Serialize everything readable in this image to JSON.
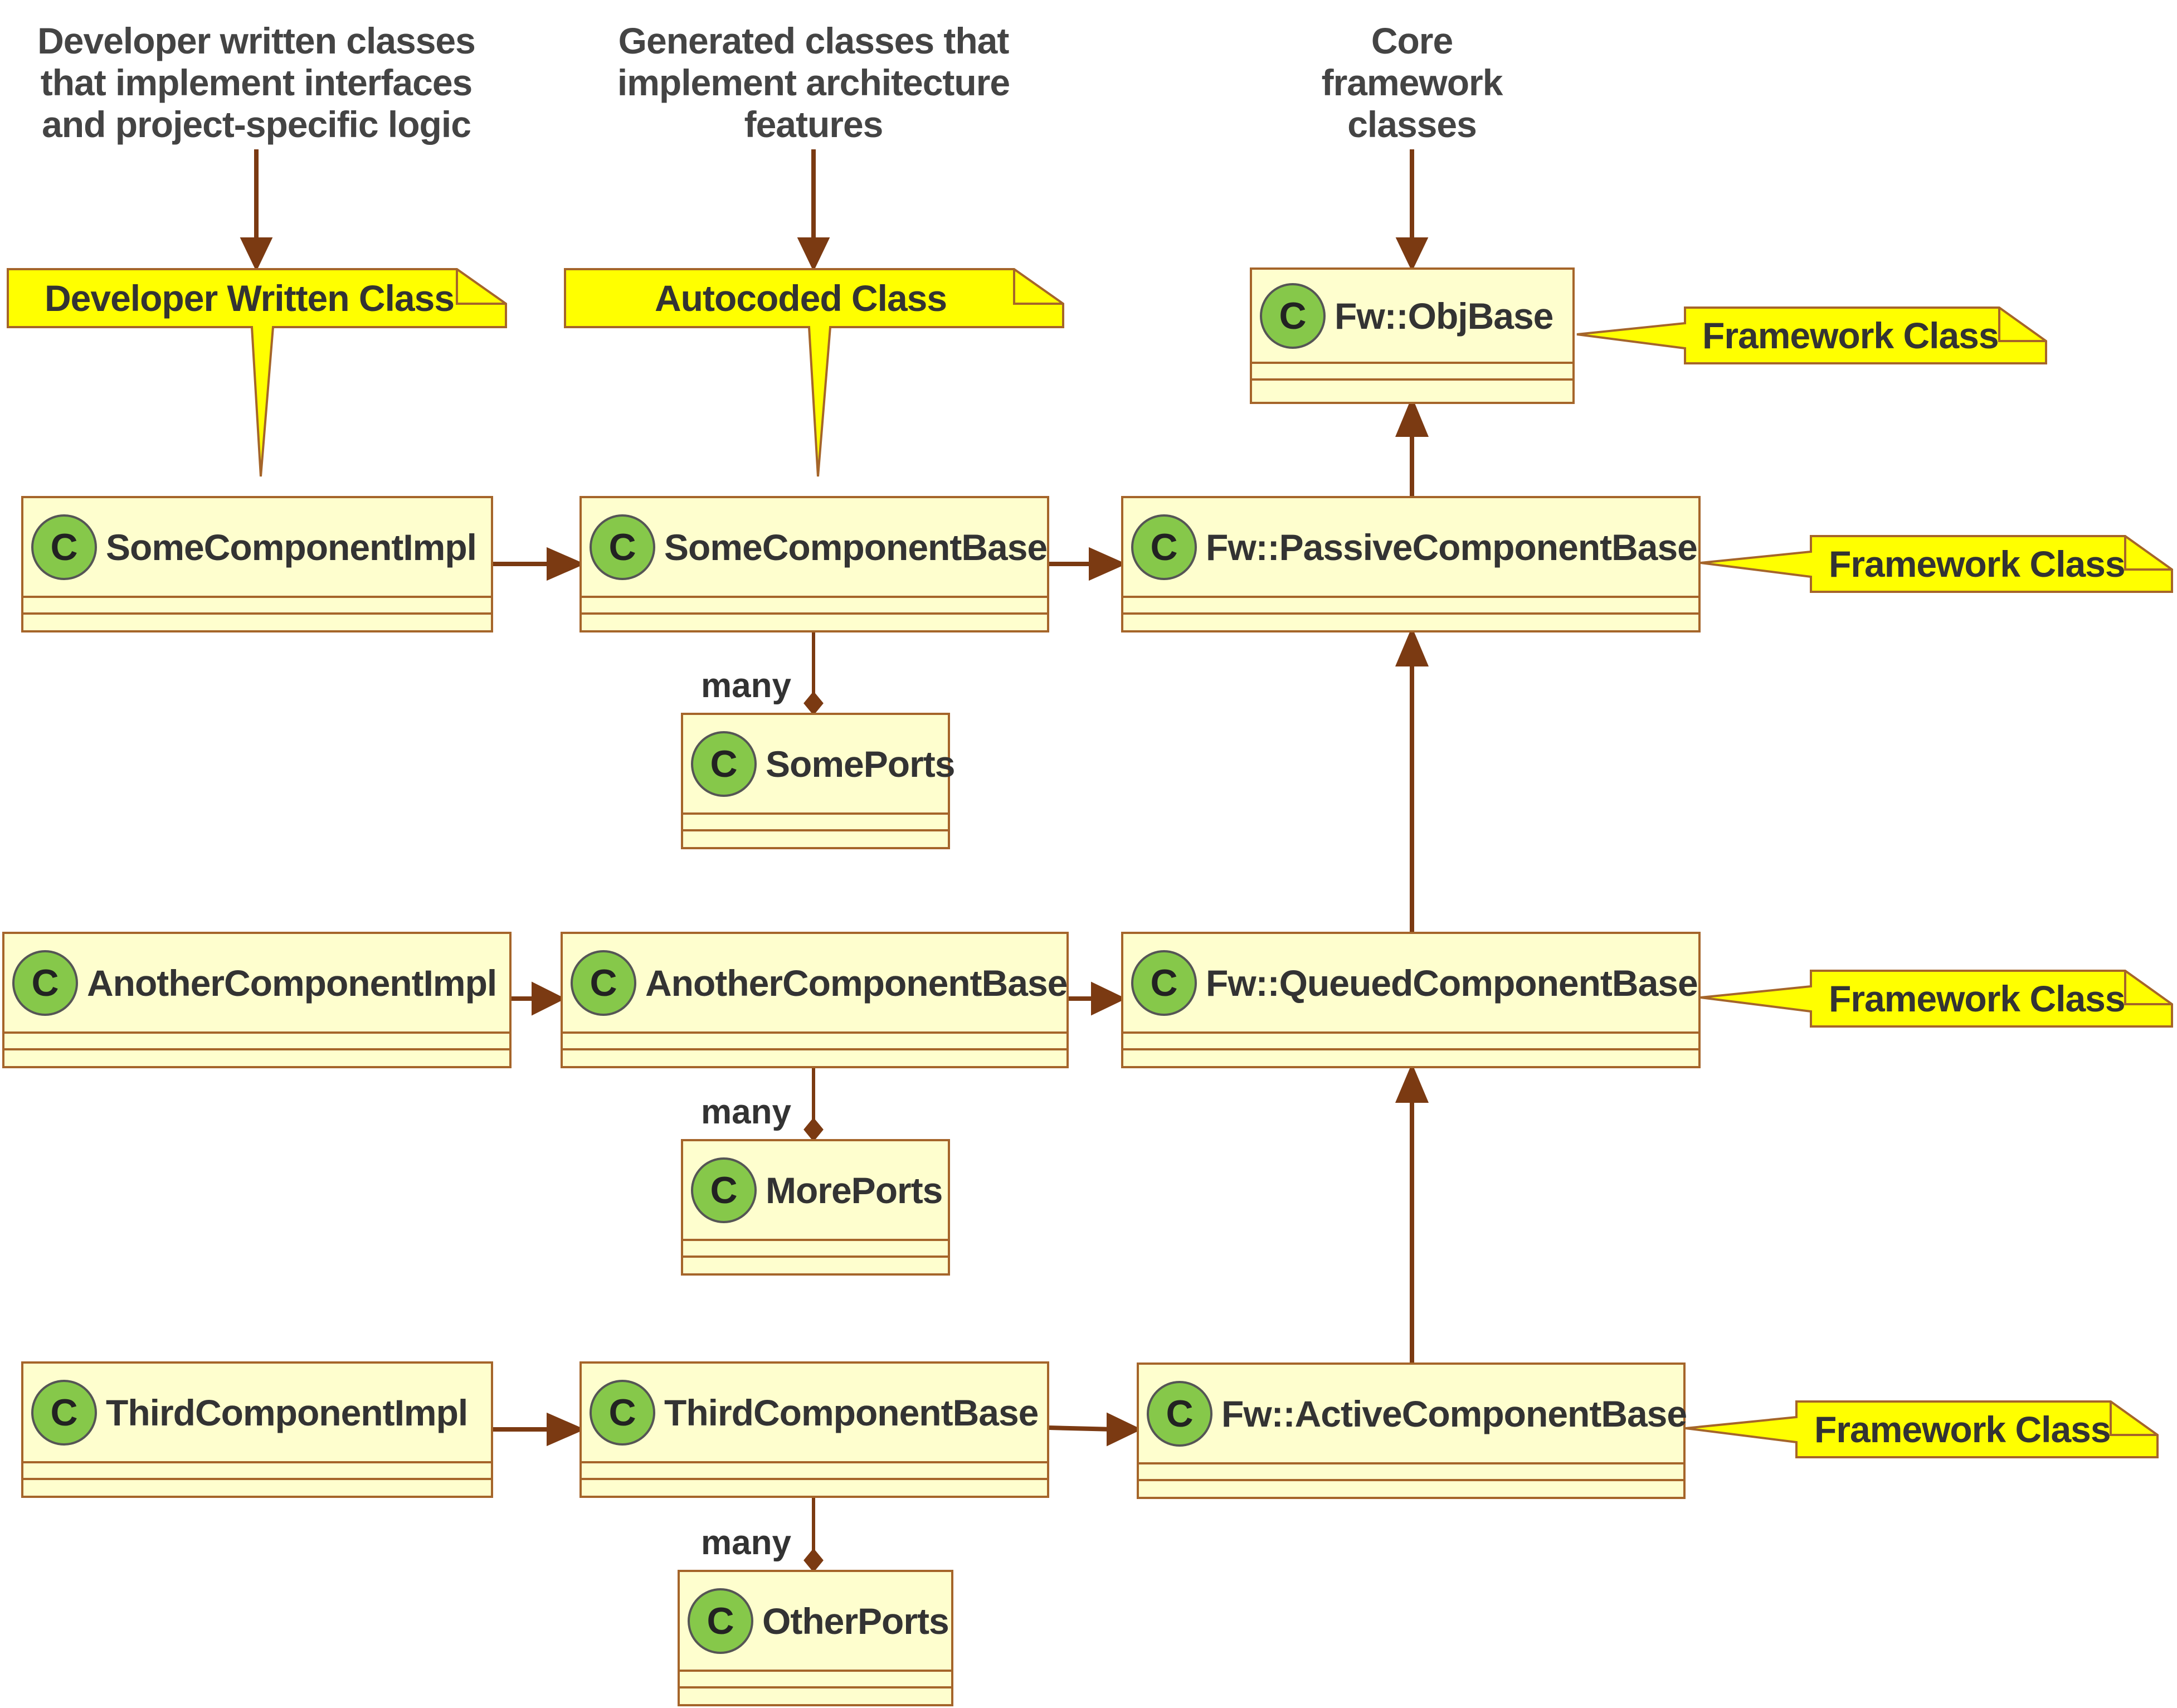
{
  "captions": {
    "developer": [
      "Developer written classes",
      "that implement interfaces",
      "and project-specific logic"
    ],
    "generated": [
      "Generated classes that",
      "implement architecture",
      "features"
    ],
    "core": [
      "Core",
      "framework",
      "classes"
    ]
  },
  "notes": {
    "developer": "Developer Written Class",
    "autocoded": "Autocoded Class",
    "framework": "Framework Class"
  },
  "class_badge": "C",
  "classes": {
    "some_impl": "SomeComponentImpl",
    "some_base": "SomeComponentBase",
    "passive": "Fw::PassiveComponentBase",
    "obj_base": "Fw::ObjBase",
    "some_ports": "SomePorts",
    "another_impl": "AnotherComponentImpl",
    "another_base": "AnotherComponentBase",
    "queued": "Fw::QueuedComponentBase",
    "more_ports": "MorePorts",
    "third_impl": "ThirdComponentImpl",
    "third_base": "ThirdComponentBase",
    "active": "Fw::ActiveComponentBase",
    "other_ports": "OtherPorts"
  },
  "multiplicity": "many",
  "colors": {
    "class_fill": "#fefece",
    "class_border": "#a5652a",
    "note_fill": "#ffff00",
    "arrow": "#7b3a12",
    "badge": "#86c84a"
  }
}
